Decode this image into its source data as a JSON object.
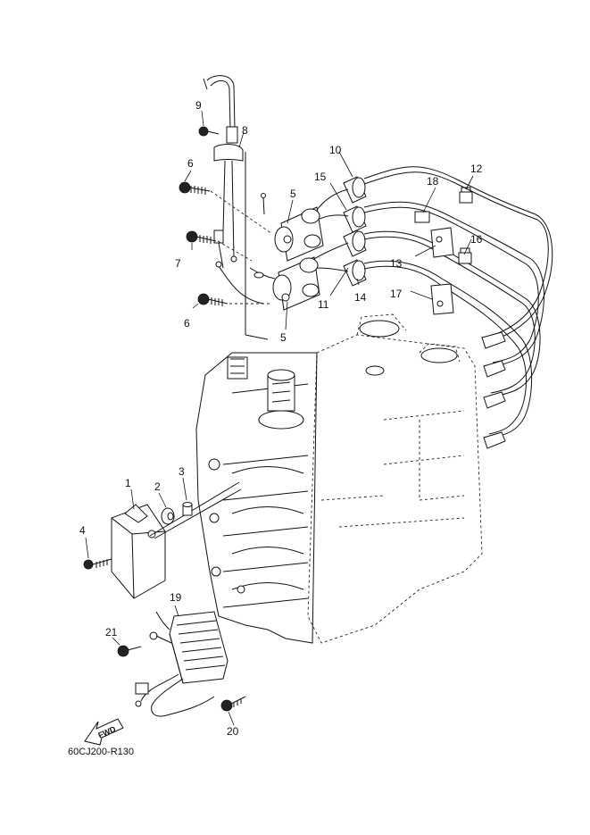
{
  "diagram": {
    "code": "60CJ200-R130",
    "fwd_label": "FWD",
    "callouts": [
      "1",
      "2",
      "3",
      "4",
      "5",
      "5",
      "6",
      "6",
      "7",
      "8",
      "9",
      "10",
      "11",
      "12",
      "13",
      "14",
      "15",
      "16",
      "17",
      "18",
      "19",
      "20",
      "21"
    ]
  }
}
